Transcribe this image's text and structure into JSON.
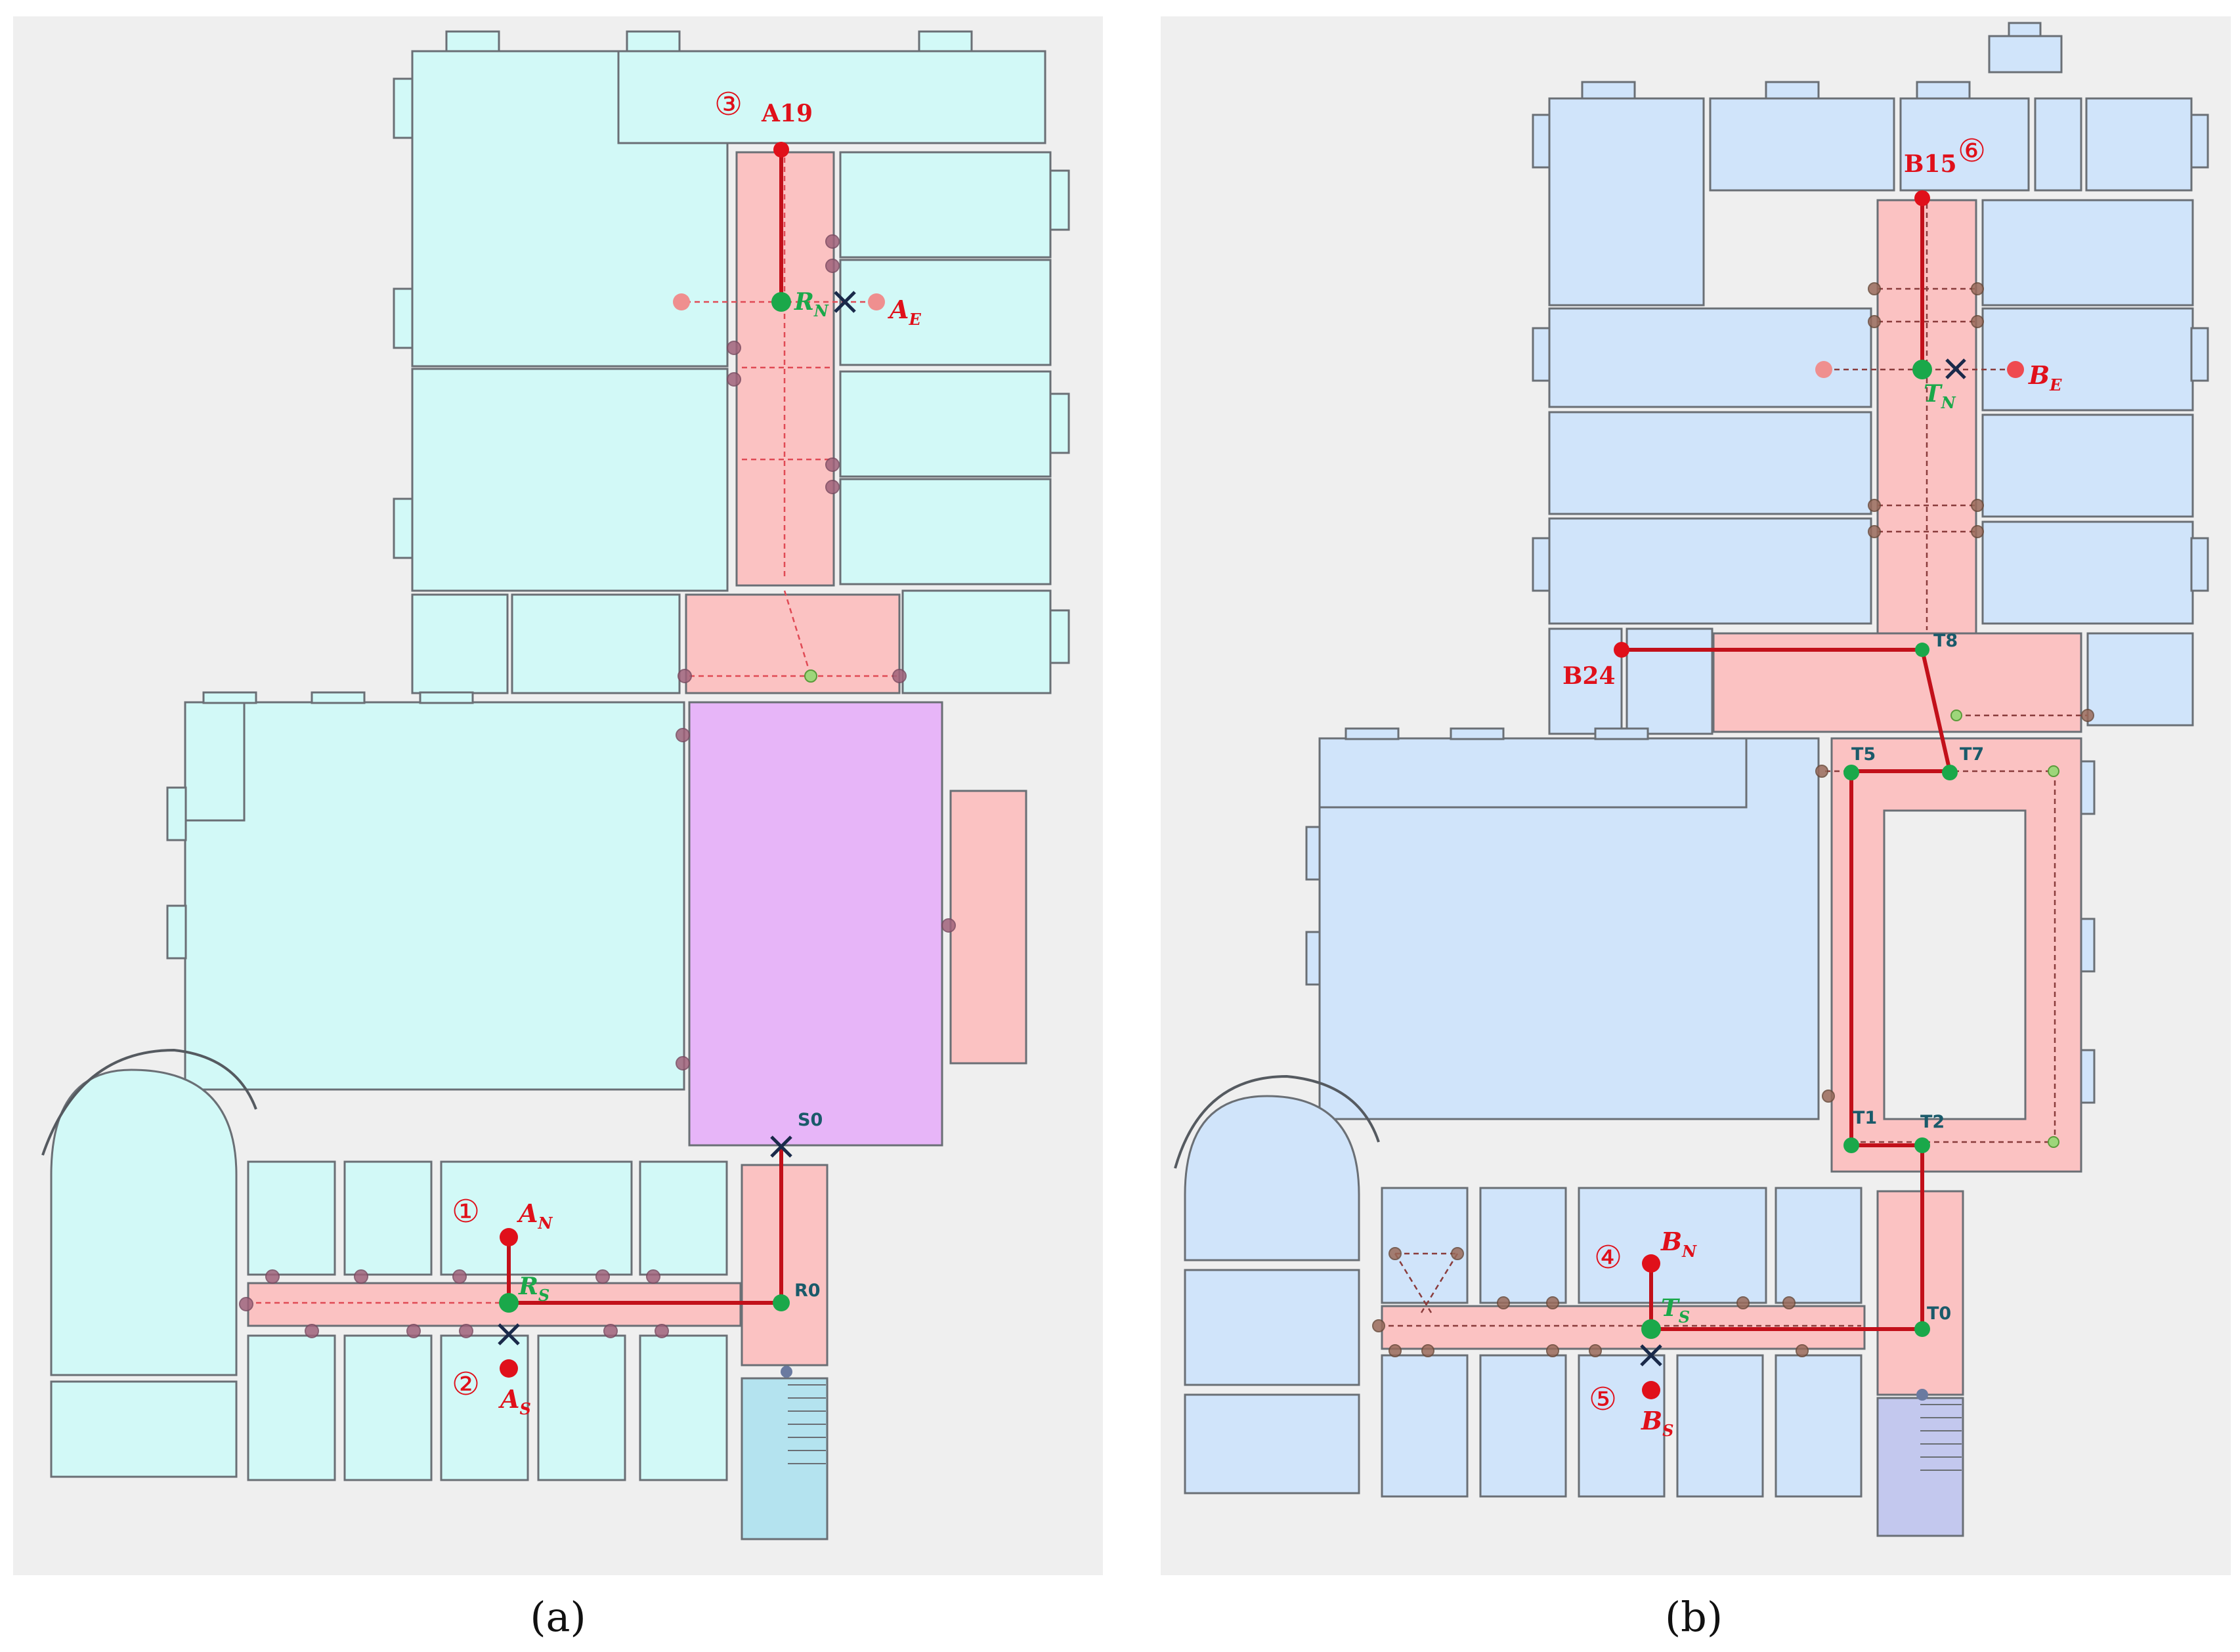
{
  "panel_a": {
    "caption_letter": "a",
    "labels": {
      "a19": "A19",
      "rn_main": "R",
      "rn_sub": "N",
      "ae_main": "A",
      "ae_sub": "E",
      "an_main": "A",
      "an_sub": "N",
      "as_main": "A",
      "as_sub": "S",
      "rs_main": "R",
      "rs_sub": "S",
      "s0": "S0",
      "r0": "R0"
    },
    "markers": {
      "m1": "①",
      "m2": "②",
      "m3": "③"
    }
  },
  "panel_b": {
    "caption_letter": "b",
    "labels": {
      "b15": "B15",
      "b24": "B24",
      "tn_main": "T",
      "tn_sub": "N",
      "be_main": "B",
      "be_sub": "E",
      "bn_main": "B",
      "bn_sub": "N",
      "bs_main": "B",
      "bs_sub": "S",
      "ts_main": "T",
      "ts_sub": "S",
      "t0": "T0",
      "t1": "T1",
      "t2": "T2",
      "t5": "T5",
      "t7": "T7",
      "t8": "T8"
    },
    "markers": {
      "m4": "④",
      "m5": "⑤",
      "m6": "⑥"
    }
  },
  "colors": {
    "room_a": "#d2f9f7",
    "room_b": "#d0e4fa",
    "corridor": "#fbc2c2",
    "hall": "#e7b5f8",
    "route": "#c2101a",
    "node_green": "#1aa84a",
    "point_red": "#e0101a"
  }
}
